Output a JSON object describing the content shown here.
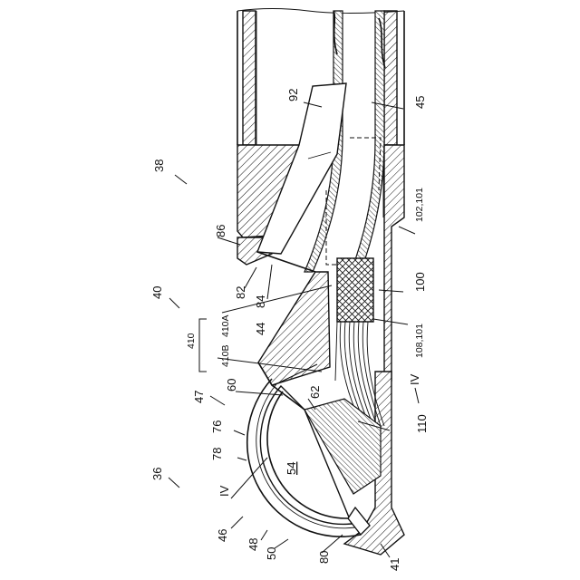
{
  "labels": {
    "l38": "38",
    "l40": "40",
    "l36": "36",
    "l92": "92",
    "l45": "45",
    "l86": "86",
    "l82": "82",
    "l84": "84",
    "l102": "102,101",
    "l100": "100",
    "l108": "108,101",
    "l410": "410",
    "l410A": "410A",
    "l410B": "410B",
    "l44": "44",
    "l47": "47",
    "l60": "60",
    "l62": "62",
    "l76": "76",
    "l78": "78",
    "l54": "54",
    "lIVa": "IV",
    "lIVb": "IV",
    "l110": "110",
    "l46": "46",
    "l48": "48",
    "l50": "50",
    "l80": "80",
    "l41": "41"
  }
}
